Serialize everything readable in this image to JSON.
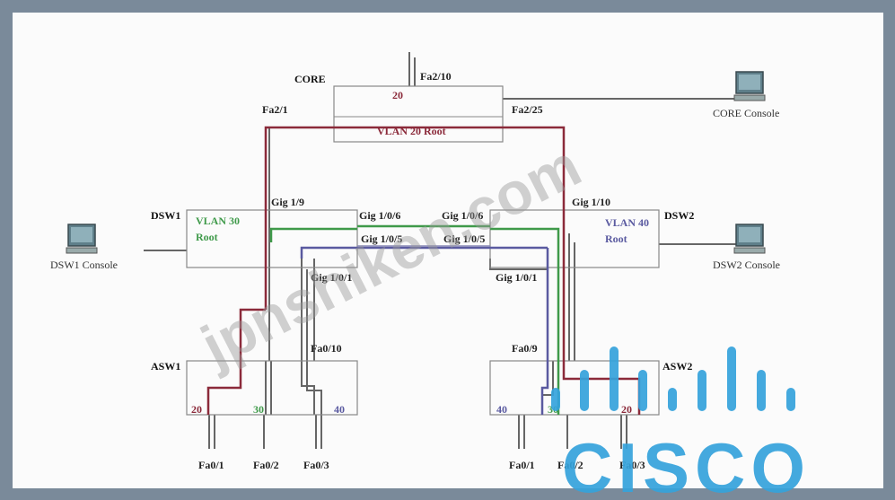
{
  "devices": {
    "core": {
      "name": "CORE",
      "root_label": "VLAN 20 Root",
      "vlan_tag": "20"
    },
    "dsw1": {
      "name": "DSW1",
      "root_line1": "VLAN 30",
      "root_line2": "Root"
    },
    "dsw2": {
      "name": "DSW2",
      "root_line1": "VLAN 40",
      "root_line2": "Root"
    },
    "asw1": {
      "name": "ASW1",
      "vlans": [
        "20",
        "30",
        "40"
      ]
    },
    "asw2": {
      "name": "ASW2",
      "vlans": [
        "40",
        "30",
        "20"
      ]
    }
  },
  "consoles": {
    "core": "CORE Console",
    "dsw1": "DSW1  Console",
    "dsw2": "DSW2  Console"
  },
  "ports": {
    "core_uplink": "Fa2/10",
    "core_left": "Fa2/1",
    "core_right": "Fa2/25",
    "dsw1_up": "Gig 1/9",
    "dsw1_g106": "Gig 1/0/6",
    "dsw1_g105": "Gig 1/0/5",
    "dsw1_g101": "Gig 1/0/1",
    "dsw2_up": "Gig 1/10",
    "dsw2_g106": "Gig 1/0/6",
    "dsw2_g105": "Gig 1/0/5",
    "dsw2_g101": "Gig 1/0/1",
    "asw1_up": "Fa0/10",
    "asw2_up": "Fa0/9",
    "asw1_fa01": "Fa0/1",
    "asw1_fa02": "Fa0/2",
    "asw1_fa03": "Fa0/3",
    "asw2_fa01": "Fa0/1",
    "asw2_fa02": "Fa0/2",
    "asw2_fa03": "Fa0/3"
  },
  "watermark": "jpnshiken.com",
  "logo_text": "CISCO",
  "colors": {
    "vlan20": "#8b2a3a",
    "vlan30": "#3f9a4a",
    "vlan40": "#5a5aa0",
    "logo": "#35a3dc"
  }
}
